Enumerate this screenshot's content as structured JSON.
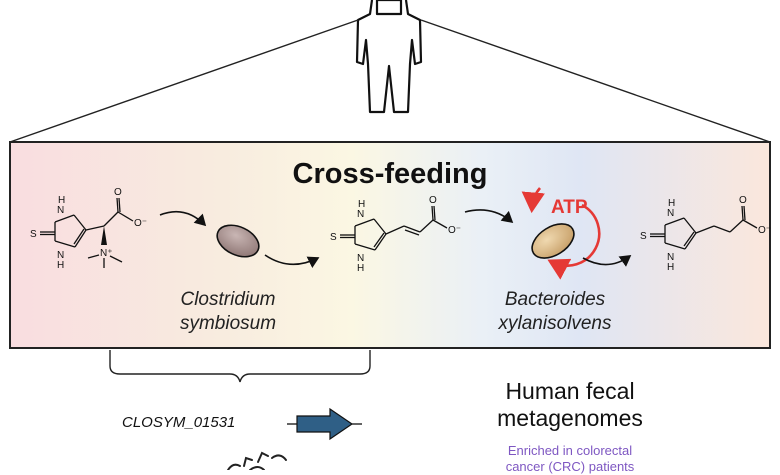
{
  "panel": {
    "title": "Cross-feeding",
    "species_1_line1": "Clostridium",
    "species_1_line2": "symbiosum",
    "species_2_line1": "Bacteroides",
    "species_2_line2": "xylanisolvens",
    "atp_label": "ATP"
  },
  "molecules": {
    "nh": "N",
    "h": "H",
    "s": "S",
    "o": "O",
    "o_minus": "O⁻",
    "n_plus": "N⁺"
  },
  "lower": {
    "gene_label": "CLOSYM_01531",
    "metagenome_line1": "Human fecal",
    "metagenome_line2": "metagenomes",
    "enriched_line1": "Enriched in colorectal",
    "enriched_line2": "cancer (CRC) patients"
  },
  "colors": {
    "atp_red": "#e53935",
    "gene_arrow": "#2f5f86",
    "enriched_text": "#7e57c2",
    "bacterium_1": "#a8918f",
    "bacterium_2": "#d9b98a"
  }
}
